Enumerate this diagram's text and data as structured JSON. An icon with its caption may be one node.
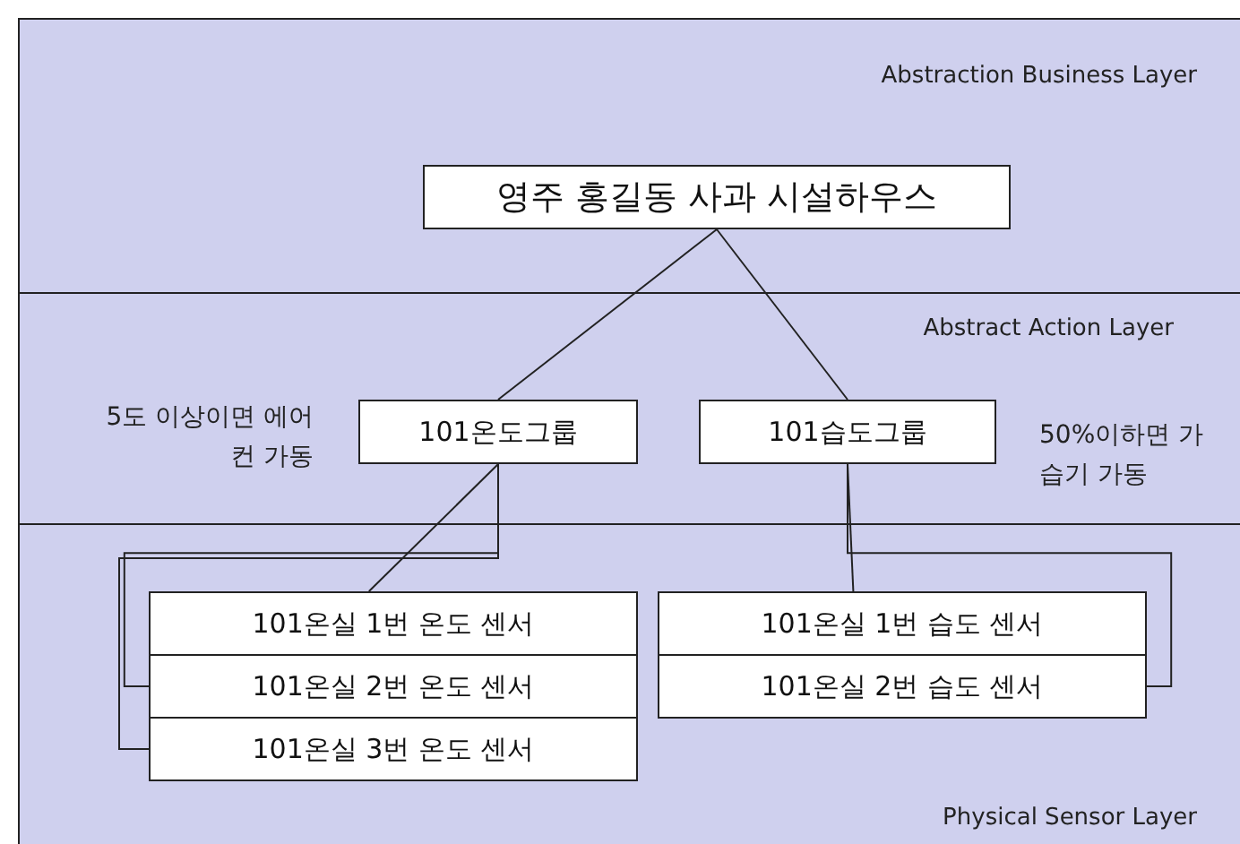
{
  "diagram": {
    "nodes": [
      {
        "text": [
          "Abstraction Business Layer"
        ]
      },
      {
        "text": [
          "영주 홍길동 사과 시설하우스"
        ],
        "in": 0
      },
      {
        "text": [
          "Abstract Action Layer"
        ]
      },
      {
        "text": [
          "101온도그룹"
        ],
        "in": 2,
        "beside": [
          "5도 이상이면 에어컨 가동"
        ]
      },
      {
        "text": [
          "101습도그룹"
        ],
        "in": 2,
        "beside": [
          "50%이하면 가습기 가동"
        ]
      },
      {
        "text": [
          "Physical Sensor Layer"
        ]
      },
      {
        "text": [
          "101온실 1번 온도 센서"
        ],
        "in": 5
      },
      {
        "text": [
          "101온실 2번 온도 센서"
        ],
        "in": 5
      },
      {
        "text": [
          "101온실 3번 온도 센서"
        ],
        "in": 5
      },
      {
        "text": [
          "101온실 1번 습도 센서"
        ],
        "in": 5
      },
      {
        "text": [
          "101온실 2번 습도 센서"
        ],
        "in": 5
      }
    ],
    "edges": [
      {
        "from": 1,
        "to": 3,
        "arrow": "none"
      },
      {
        "from": 1,
        "to": 4,
        "arrow": "none"
      },
      {
        "from": 3,
        "to": 6,
        "arrow": "none"
      },
      {
        "from": 3,
        "to": 7,
        "arrow": "none"
      },
      {
        "from": 3,
        "to": 8,
        "arrow": "none"
      },
      {
        "from": 4,
        "to": 9,
        "arrow": "none"
      },
      {
        "from": 4,
        "to": 10,
        "arrow": "none"
      }
    ]
  }
}
